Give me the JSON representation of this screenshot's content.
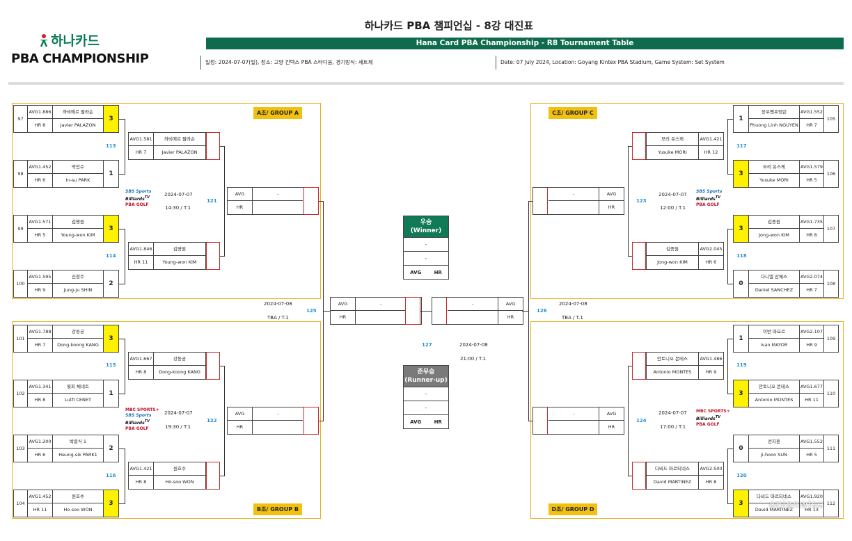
{
  "header": {
    "logo_ko": "하나카드",
    "logo_en": "PBA CHAMPIONSHIP",
    "title_ko": "하나카드 PBA 챔피언십 - 8강 대진표",
    "title_en": "Hana Card PBA Championship - R8 Tournament Table",
    "info_ko": "일정: 2024-07-07(일), 장소: 고양 킨텍스 PBA 스타디움, 경기방식: 세트제",
    "info_en": "Date: 07 July 2024, Location: Goyang Kintex PBA Stadium, Game System: Set System"
  },
  "groups": {
    "a": "A조/ GROUP A",
    "b": "B조/ GROUP B",
    "c": "C조/ GROUP C",
    "d": "D조/ GROUP D"
  },
  "players": {
    "p97": {
      "num": "97",
      "avg": "AVG1.886",
      "hr": "HR 8",
      "ko": "하비에르 팔라손",
      "en": "Javier PALAZON",
      "score": "3"
    },
    "p98": {
      "num": "98",
      "avg": "AVG1.452",
      "hr": "HR 6",
      "ko": "박인수",
      "en": "In-su PARK",
      "score": "1"
    },
    "p99": {
      "num": "99",
      "avg": "AVG1.571",
      "hr": "HR 5",
      "ko": "김영원",
      "en": "Young-won KIM",
      "score": "3"
    },
    "p100": {
      "num": "100",
      "avg": "AVG1.595",
      "hr": "HR 9",
      "ko": "신정주",
      "en": "Jung-ju SHIN",
      "score": "2"
    },
    "p101": {
      "num": "101",
      "avg": "AVG1.788",
      "hr": "HR 7",
      "ko": "강동궁",
      "en": "Dong-koong KANG",
      "score": "3"
    },
    "p102": {
      "num": "102",
      "avg": "AVG1.341",
      "hr": "HR 8",
      "ko": "륏피 체네트",
      "en": "Lutfi CENET",
      "score": "1"
    },
    "p103": {
      "num": "103",
      "avg": "AVG1.200",
      "hr": "HR 6",
      "ko": "박흥식 1",
      "en": "Heung-sik PARK1",
      "score": "2"
    },
    "p104": {
      "num": "104",
      "avg": "AVG1.452",
      "hr": "HR 11",
      "ko": "원호수",
      "en": "Ho-soo WON",
      "score": "3"
    },
    "p105": {
      "num": "105",
      "avg": "AVG1.552",
      "hr": "HR 7",
      "ko": "응우옌프엉린",
      "en": "Phuong Linh NGUYEN",
      "score": "1"
    },
    "p106": {
      "num": "106",
      "avg": "AVG1.579",
      "hr": "HR 5",
      "ko": "모리 유스케",
      "en": "Yusuke MORI",
      "score": "3"
    },
    "p107": {
      "num": "107",
      "avg": "AVG1.735",
      "hr": "HR 8",
      "ko": "김종원",
      "en": "Jong-won KIM",
      "score": "3"
    },
    "p108": {
      "num": "108",
      "avg": "AVG2.074",
      "hr": "HR 7",
      "ko": "다니엘 산체스",
      "en": "Daniel SANCHEZ",
      "score": "0"
    },
    "p109": {
      "num": "109",
      "avg": "AVG2.107",
      "hr": "HR 9",
      "ko": "이반 마요르",
      "en": "Ivan MAYOR",
      "score": "1"
    },
    "p110": {
      "num": "110",
      "avg": "AVG1.677",
      "hr": "HR 11",
      "ko": "안토니오 몬테스",
      "en": "Antonio MONTES",
      "score": "3"
    },
    "p111": {
      "num": "111",
      "avg": "AVG1.552",
      "hr": "HR 5",
      "ko": "선지훈",
      "en": "Ji-hoon SUN",
      "score": "0"
    },
    "p112": {
      "num": "112",
      "avg": "AVG1.920",
      "hr": "HR 13",
      "ko": "다비드 마르티네스",
      "en": "David MARTINEZ",
      "score": "3"
    }
  },
  "quarters": {
    "q113": {
      "avg": "AVG1.581",
      "hr": "HR 7",
      "ko": "하비에르 팔라손",
      "en": "Javier PALAZON"
    },
    "q114": {
      "avg": "AVG1.846",
      "hr": "HR 11",
      "ko": "김영원",
      "en": "Young-won KIM"
    },
    "q115": {
      "avg": "AVG1.667",
      "hr": "HR 8",
      "ko": "강동궁",
      "en": "Dong-koong KANG"
    },
    "q116": {
      "avg": "AVG1.421",
      "hr": "HR 8",
      "ko": "원호수",
      "en": "Ho-soo WON"
    },
    "q117": {
      "avg": "AVG1.421",
      "hr": "HR 12",
      "ko": "모리 유스케",
      "en": "Yusuke MORI"
    },
    "q118": {
      "avg": "AVG2.045",
      "hr": "HR 6",
      "ko": "김종원",
      "en": "Jong-won KIM"
    },
    "q119": {
      "avg": "AVG1.486",
      "hr": "HR 9",
      "ko": "안토니오 몬테스",
      "en": "Antonio MONTES"
    },
    "q120": {
      "avg": "AVG2.500",
      "hr": "HR 8",
      "ko": "다비드 마르티네스",
      "en": "David MARTINEZ"
    }
  },
  "matches": {
    "m113": "113",
    "m114": "114",
    "m115": "115",
    "m116": "116",
    "m117": "117",
    "m118": "118",
    "m119": "119",
    "m120": "120",
    "m121": "121",
    "m122": "122",
    "m123": "123",
    "m124": "124",
    "m125": "125",
    "m126": "126",
    "m127": "127"
  },
  "schedule": {
    "m121_date": "2024-07-07",
    "m121_time": "14:30 / T.1",
    "m122_date": "2024-07-07",
    "m122_time": "19:30 / T.1",
    "m123_date": "2024-07-07",
    "m123_time": "12:00 / T.1",
    "m124_date": "2024-07-07",
    "m124_time": "17:00 / T.1",
    "m125_date": "2024-07-08",
    "m125_time": "TBA / T.1",
    "m126_date": "2024-07-08",
    "m126_time": "TBA / T.1",
    "m127_date": "2024-07-08",
    "m127_time": "21:00 / T.1"
  },
  "slot": {
    "avg": "AVG",
    "hr": "HR",
    "dash": "-"
  },
  "final": {
    "winner_ko": "우승",
    "winner_en": "(Winner)",
    "runner_ko": "준우승",
    "runner_en": "(Runner-up)",
    "dash": "-",
    "avg": "AVG",
    "hr": "HR"
  },
  "broadcast": {
    "sbs": "SBS Sports",
    "billiards": "Billiards",
    "tv": "TV",
    "pba": "PBA GOLF",
    "mbc": "MBC SPORTS+"
  },
  "watermark": "onionwise"
}
